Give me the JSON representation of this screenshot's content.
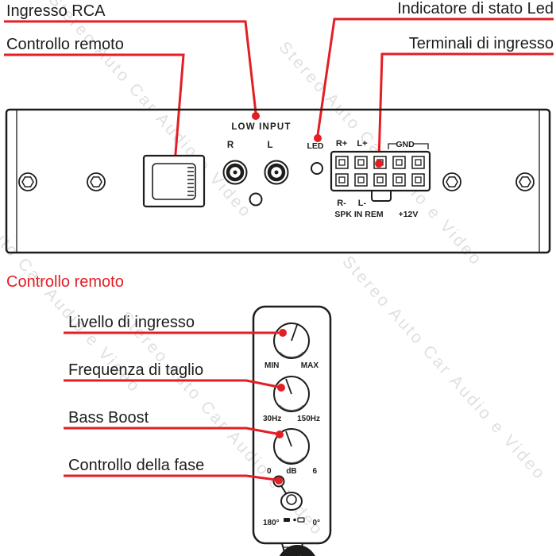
{
  "colors": {
    "accent": "#e31e24",
    "ink": "#1d1d1b",
    "wm": "#e0e0e0"
  },
  "watermark": "Stereo Auto Car Audio e Video",
  "callouts": {
    "rca": "Ingresso RCA",
    "led": "Indicatore di stato Led",
    "remote": "Controllo remoto",
    "terminals": "Terminali di ingresso"
  },
  "panel": {
    "low_input": "LOW INPUT",
    "rca_right": "R",
    "rca_left": "L",
    "led": "LED",
    "terminals": {
      "r_plus": "R+",
      "l_plus": "L+",
      "gnd": "GND",
      "r_minus": "R-",
      "l_minus": "L-",
      "spk_in_rem": "SPK IN REM",
      "plus_12v": "+12V"
    }
  },
  "remote": {
    "title": "Controllo remoto",
    "callouts": {
      "level": "Livello di ingresso",
      "crossover": "Frequenza di taglio",
      "bass": "Bass Boost",
      "phase": "Controllo della fase"
    },
    "level_knob": {
      "min": "MIN",
      "max": "MAX"
    },
    "crossover_knob": {
      "min": "30Hz",
      "max": "150Hz"
    },
    "bass_knob": {
      "min": "0",
      "unit": "dB",
      "max": "6"
    },
    "phase_switch": {
      "left": "180°",
      "right": "0°"
    }
  }
}
